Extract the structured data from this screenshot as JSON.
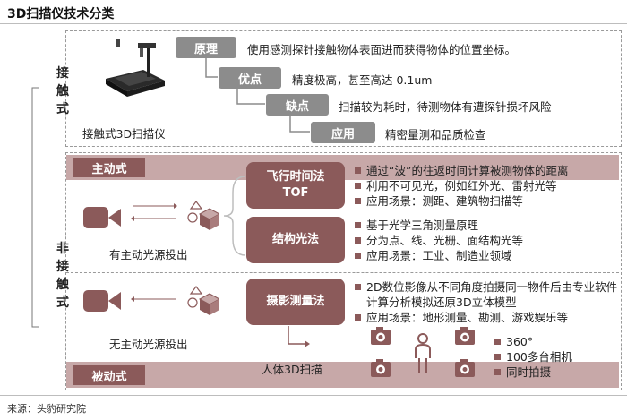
{
  "title": "3D扫描仪技术分类",
  "source": "来源：头豹研究院",
  "contact": {
    "label": "接触式",
    "device_caption": "接触式3D扫描仪",
    "rows": [
      {
        "tag": "原理",
        "text": "使用感测探针接触物体表面进而获得物体的位置坐标。"
      },
      {
        "tag": "优点",
        "text": "精度极高，甚至高达 0.1um"
      },
      {
        "tag": "缺点",
        "text": "扫描较为耗时，待测物体有遭探针损坏风险"
      },
      {
        "tag": "应用",
        "text": "精密量测和品质检查"
      }
    ]
  },
  "noncontact": {
    "label": "非接触式",
    "active": {
      "label": "主动式",
      "caption": "有主动光源投出",
      "methods": [
        {
          "name_line1": "飞行时间法",
          "name_line2": "TOF",
          "bullets": [
            "通过“波”的往返时间计算被测物体的距离",
            "利用不可见光，例如红外光、雷射光等",
            "应用场景：测距、建筑物扫描等"
          ]
        },
        {
          "name_line1": "结构光法",
          "name_line2": "",
          "bullets": [
            "基于光学三角测量原理",
            "分为点、线、光栅、面结构光等",
            "应用场景：工业、制造业领域"
          ]
        }
      ]
    },
    "passive": {
      "label": "被动式",
      "caption": "无主动光源投出",
      "method": "摄影测量法",
      "method_caption": "人体3D扫描",
      "bullets": [
        "2D数位影像从不同角度拍摄同一物件后由专业软件计算分析模拟还原3D立体模型",
        "应用场景：地形测量、勘测、游戏娱乐等"
      ],
      "sub_bullets": [
        "360°",
        "100多台相机",
        "同时拍摄"
      ]
    }
  },
  "colors": {
    "accent": "#8b5a5a",
    "band": "#c7a8a8",
    "gray": "#8c8c8c"
  },
  "icons": [
    "video-camera-icon",
    "cube-icon",
    "camera-icon",
    "person-icon"
  ]
}
